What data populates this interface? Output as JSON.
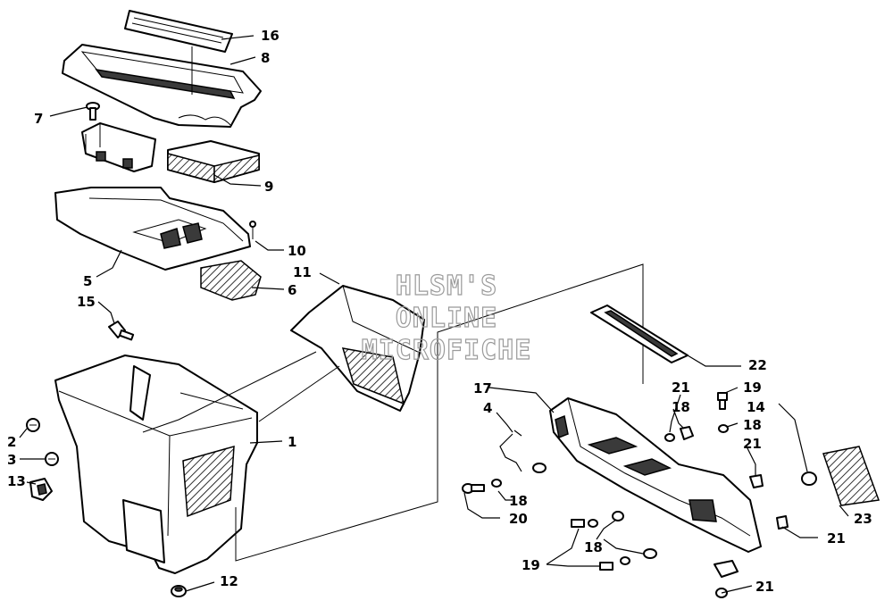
{
  "watermark": {
    "line1": "HLSM'S",
    "line2": "ONLINE",
    "line3": "MICROFICHE"
  },
  "callouts": [
    {
      "id": "c16",
      "text": "16"
    },
    {
      "id": "c8",
      "text": "8"
    },
    {
      "id": "c7",
      "text": "7"
    },
    {
      "id": "c9",
      "text": "9"
    },
    {
      "id": "c10",
      "text": "10"
    },
    {
      "id": "c5",
      "text": "5"
    },
    {
      "id": "c6",
      "text": "6"
    },
    {
      "id": "c11",
      "text": "11"
    },
    {
      "id": "c15",
      "text": "15"
    },
    {
      "id": "c1",
      "text": "1"
    },
    {
      "id": "c2",
      "text": "2"
    },
    {
      "id": "c3",
      "text": "3"
    },
    {
      "id": "c13",
      "text": "13"
    },
    {
      "id": "c12",
      "text": "12"
    },
    {
      "id": "c22",
      "text": "22"
    },
    {
      "id": "c17",
      "text": "17"
    },
    {
      "id": "c21a",
      "text": "21"
    },
    {
      "id": "c19a",
      "text": "19"
    },
    {
      "id": "c4",
      "text": "4"
    },
    {
      "id": "c18a",
      "text": "18"
    },
    {
      "id": "c14",
      "text": "14"
    },
    {
      "id": "c18b",
      "text": "18"
    },
    {
      "id": "c21b",
      "text": "21"
    },
    {
      "id": "c18c",
      "text": "18"
    },
    {
      "id": "c20",
      "text": "20"
    },
    {
      "id": "c23",
      "text": "23"
    },
    {
      "id": "c18d",
      "text": "18"
    },
    {
      "id": "c21c",
      "text": "21"
    },
    {
      "id": "c19b",
      "text": "19"
    },
    {
      "id": "c21d",
      "text": "21"
    }
  ]
}
